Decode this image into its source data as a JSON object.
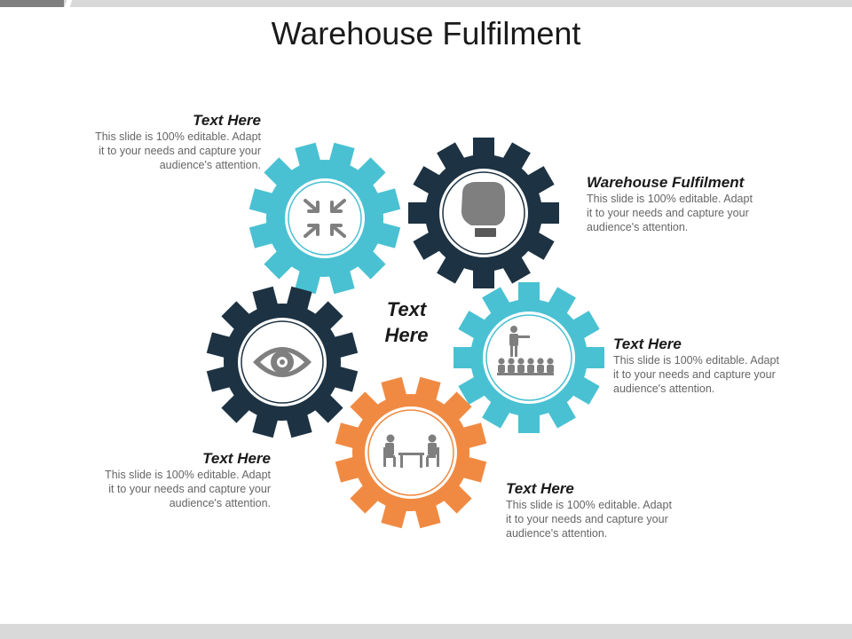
{
  "title": "Warehouse Fulfilment",
  "center_label": [
    "Text",
    "Here"
  ],
  "colors": {
    "teal": "#49c1d2",
    "navy": "#1d3242",
    "orange": "#f08a42",
    "icon_gray": "#7f7f7f",
    "text_gray": "#666666"
  },
  "gears": [
    {
      "name": "gear-arrows",
      "color": "teal",
      "icon": "arrows-in-icon"
    },
    {
      "name": "gear-fist",
      "color": "navy",
      "icon": "fist-icon"
    },
    {
      "name": "gear-eye",
      "color": "navy",
      "icon": "eye-icon"
    },
    {
      "name": "gear-presentation",
      "color": "teal",
      "icon": "presenter-audience-icon"
    },
    {
      "name": "gear-meeting",
      "color": "orange",
      "icon": "meeting-icon"
    }
  ],
  "text_blocks": [
    {
      "heading": "Text Here",
      "body": [
        "This slide is 100% editable. Adapt",
        "it to your needs and capture your",
        "audience's attention."
      ]
    },
    {
      "heading": "Warehouse Fulfilment",
      "body": [
        "This slide is 100% editable. Adapt",
        "it to your needs and capture your",
        "audience's attention."
      ]
    },
    {
      "heading": "Text Here",
      "body": [
        "This slide is 100% editable. Adapt",
        "it to your needs and capture your",
        "audience's attention."
      ]
    },
    {
      "heading": "Text Here",
      "body": [
        "This slide is 100% editable. Adapt",
        "it to your needs and capture your",
        "audience's attention."
      ]
    },
    {
      "heading": "Text Here",
      "body": [
        "This slide is 100% editable. Adapt",
        "it to your needs and capture your",
        "audience's attention."
      ]
    }
  ]
}
